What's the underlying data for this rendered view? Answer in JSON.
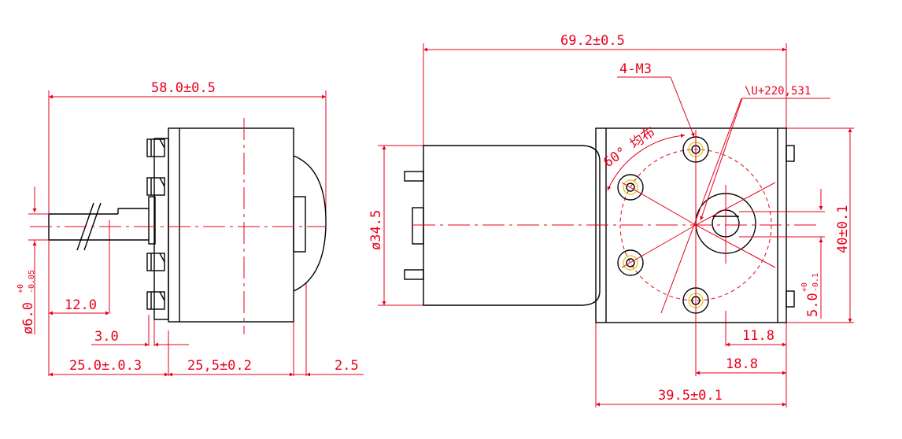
{
  "side_view": {
    "overall_length": "58.0±0.5",
    "shaft_diameter": "ø6.0",
    "shaft_diameter_tol_upper": "+0",
    "shaft_diameter_tol_lower": "-0.05",
    "shaft_flat_length": "12.0",
    "flange_thickness": "3.0",
    "shaft_length": "25.0±.0.3",
    "body_length": "25,5±0.2",
    "end_cap": "2.5"
  },
  "front_view": {
    "overall_length": "69.2±0.5",
    "motor_diameter": "ø34.5",
    "holes_label": "4-M3",
    "cad_text": "\\U+220,531",
    "hole_spacing_note": "60° 均布",
    "height": "40±0.1",
    "shaft_flat": "5.0",
    "shaft_flat_tol_upper": "+0",
    "shaft_flat_tol_lower": "-0.1",
    "offset_1": "11.8",
    "offset_2": "18.8",
    "width": "39.5±0.1"
  }
}
